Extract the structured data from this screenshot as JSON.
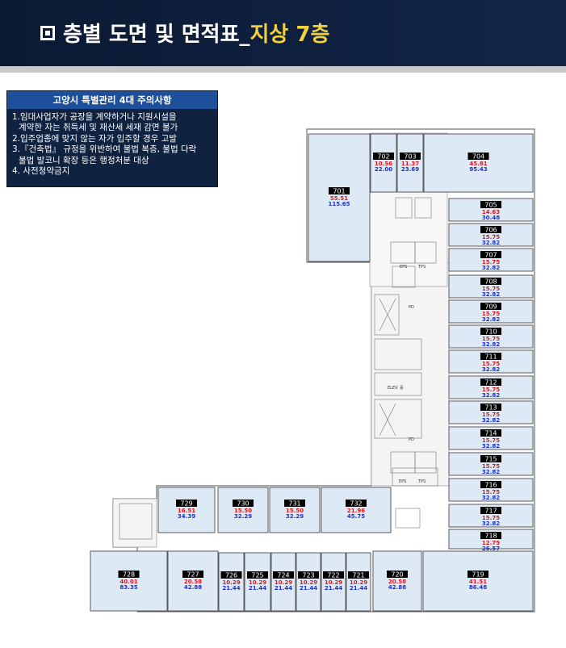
{
  "header": {
    "title_main": "층별 도면 및 면적표_",
    "title_highlight": "지상 7층"
  },
  "notice": {
    "heading": "고양시 특별관리 4대 주의사항",
    "lines": [
      "1.임대사업자가 공장을 계약하거나 지원시설을",
      "계약한 자는 취득세 및 재산세 세재 감면 불가",
      "2.입주업종에 맞지 않는 자가 입주할 경우 고발",
      "3.『건축법』 규정을 위반하여 불법 복층, 불법 다락",
      "불법 발코니 확장 등은 행정처분 대상",
      "4. 사전청약금지"
    ]
  },
  "plan": {
    "core_labels": {
      "eps": "EPS",
      "tps": "TPS",
      "elev": "ELEV. 홀",
      "pd": "PD"
    },
    "units": [
      {
        "no": "701",
        "a": "55.51",
        "b": "115.65"
      },
      {
        "no": "702",
        "a": "10.56",
        "b": "22.00"
      },
      {
        "no": "703",
        "a": "11.37",
        "b": "23.69"
      },
      {
        "no": "704",
        "a": "45.81",
        "b": "95.43"
      },
      {
        "no": "705",
        "a": "14.63",
        "b": "30.48"
      },
      {
        "no": "706",
        "a": "15.75",
        "b": "32.82"
      },
      {
        "no": "707",
        "a": "15.75",
        "b": "32.82"
      },
      {
        "no": "708",
        "a": "15.75",
        "b": "32.82"
      },
      {
        "no": "709",
        "a": "15.75",
        "b": "32.82"
      },
      {
        "no": "710",
        "a": "15.75",
        "b": "32.82"
      },
      {
        "no": "711",
        "a": "15.75",
        "b": "32.82"
      },
      {
        "no": "712",
        "a": "15.75",
        "b": "32.82"
      },
      {
        "no": "713",
        "a": "15.75",
        "b": "32.82"
      },
      {
        "no": "714",
        "a": "15.75",
        "b": "32.82"
      },
      {
        "no": "715",
        "a": "15.75",
        "b": "32.82"
      },
      {
        "no": "716",
        "a": "15.75",
        "b": "32.82"
      },
      {
        "no": "717",
        "a": "15.75",
        "b": "32.82"
      },
      {
        "no": "718",
        "a": "12.75",
        "b": "26.57"
      },
      {
        "no": "719",
        "a": "41.51",
        "b": "86.48"
      },
      {
        "no": "720",
        "a": "20.58",
        "b": "42.88"
      },
      {
        "no": "721",
        "a": "10.29",
        "b": "21.44"
      },
      {
        "no": "722",
        "a": "10.29",
        "b": "21.44"
      },
      {
        "no": "723",
        "a": "10.29",
        "b": "21.44"
      },
      {
        "no": "724",
        "a": "10.29",
        "b": "21.44"
      },
      {
        "no": "725",
        "a": "10.29",
        "b": "21.44"
      },
      {
        "no": "726",
        "a": "10.29",
        "b": "21.44"
      },
      {
        "no": "727",
        "a": "20.58",
        "b": "42.88"
      },
      {
        "no": "728",
        "a": "40.01",
        "b": "83.35"
      },
      {
        "no": "729",
        "a": "16.51",
        "b": "34.39"
      },
      {
        "no": "730",
        "a": "15.50",
        "b": "32.29"
      },
      {
        "no": "731",
        "a": "15.50",
        "b": "32.29"
      },
      {
        "no": "732",
        "a": "21.96",
        "b": "45.75"
      }
    ]
  },
  "colors": {
    "header_bg": "#0b1a33",
    "highlight": "#f2d13a",
    "notice_bg": "#0f2240",
    "notice_head": "#1d4f9b",
    "unit_fill": "#dde9f5",
    "area_red": "#e0161b",
    "area_blue": "#1d2fd6"
  }
}
